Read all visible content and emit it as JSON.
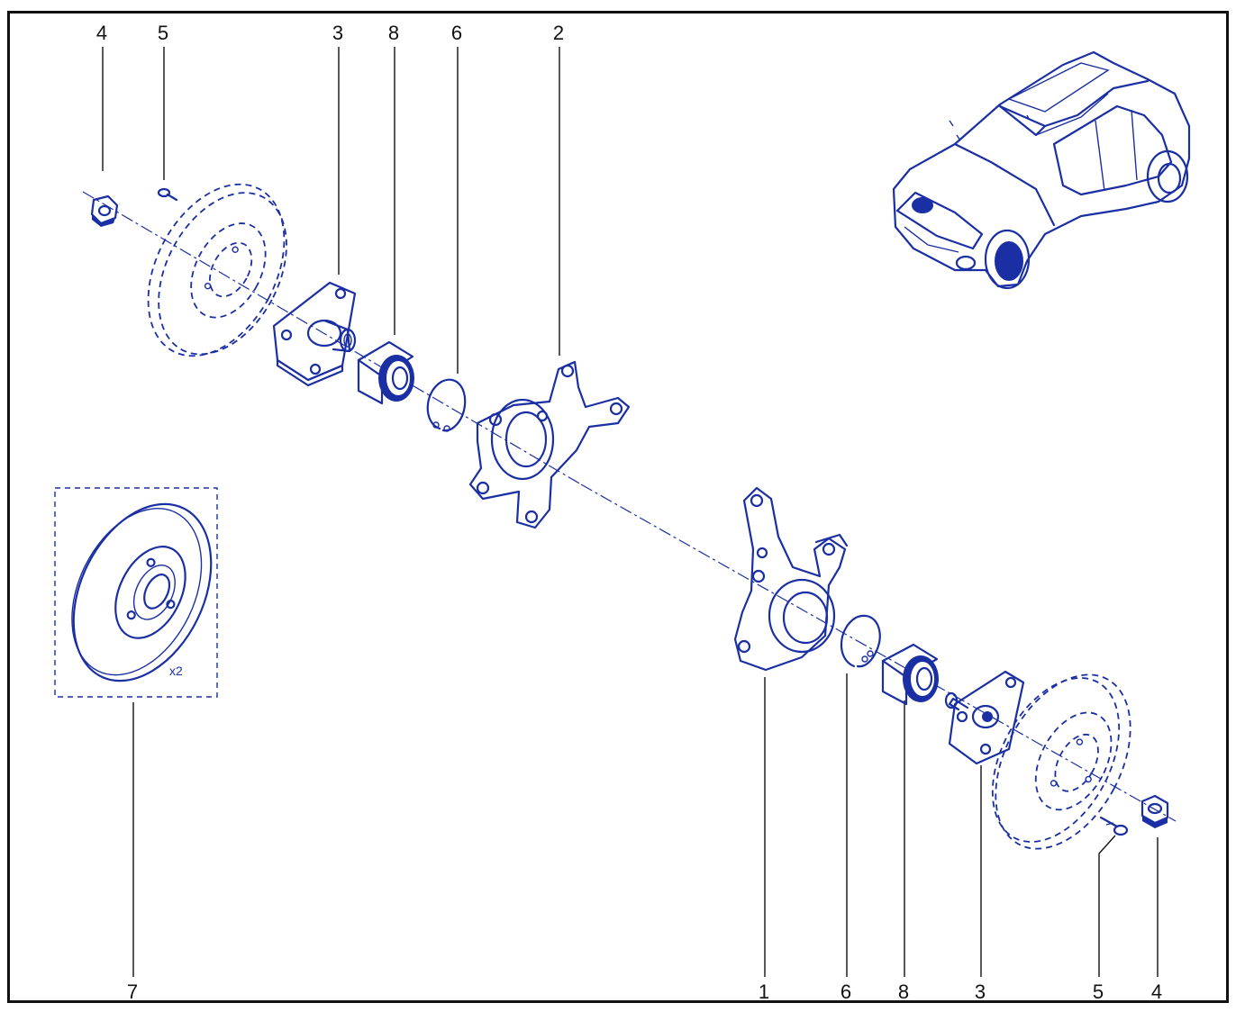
{
  "diagram": {
    "callouts_top": [
      "4",
      "5",
      "3",
      "8",
      "6",
      "2"
    ],
    "callouts_bottom": [
      "7",
      "1",
      "6",
      "8",
      "3",
      "5",
      "4"
    ],
    "kit_quantity": "x2",
    "colors": {
      "line": "#1a2fa3",
      "frame": "#111111"
    },
    "icons": [
      "vehicle-illustration",
      "brake-disc",
      "wheel-hub",
      "wheel-bearing",
      "circlip",
      "steering-knuckle",
      "hub-nut",
      "disc-screw"
    ]
  }
}
